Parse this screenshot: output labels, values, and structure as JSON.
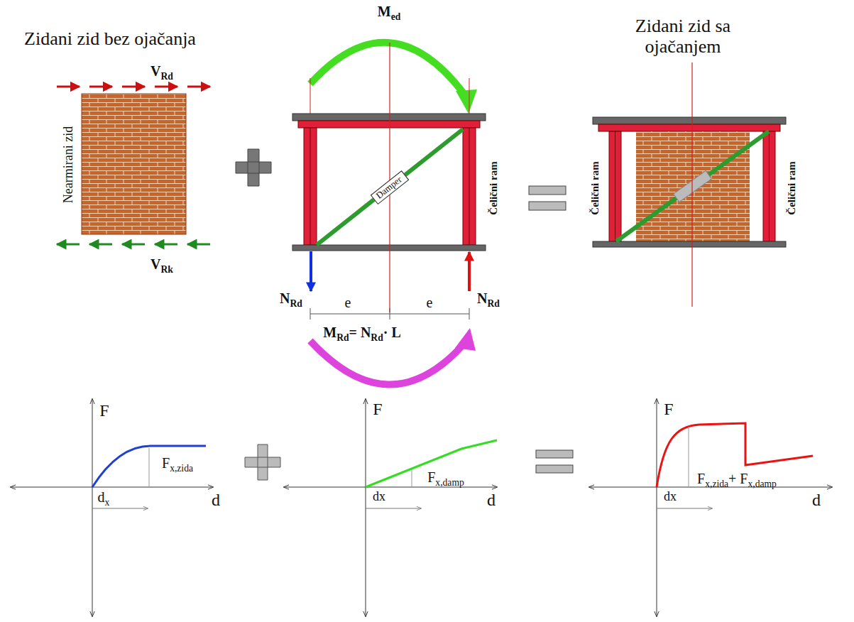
{
  "diagram": {
    "nodes": [
      {
        "text": [
          "Damper"
        ]
      }
    ],
    "labels": [
      "Zidani zid bez ojačanja",
      "V",
      "Rd",
      "Nearmirani zid",
      "V",
      "Rk",
      "M",
      "ed",
      "Čelični ram",
      "N",
      "Rd",
      "N",
      "Rd",
      "e",
      "e",
      "M",
      "Rd",
      "= N",
      "Rd",
      "· L",
      "Zidani zid sa ojačanjem",
      "Čelični ram",
      "Čelični ram",
      "F",
      "F",
      "x,zida",
      "d",
      "x",
      "d",
      "F",
      "F",
      "x,damp",
      "dx",
      "d",
      "F",
      "F",
      "x,zida",
      "+ F",
      "x,damp",
      "dx",
      "d"
    ]
  }
}
